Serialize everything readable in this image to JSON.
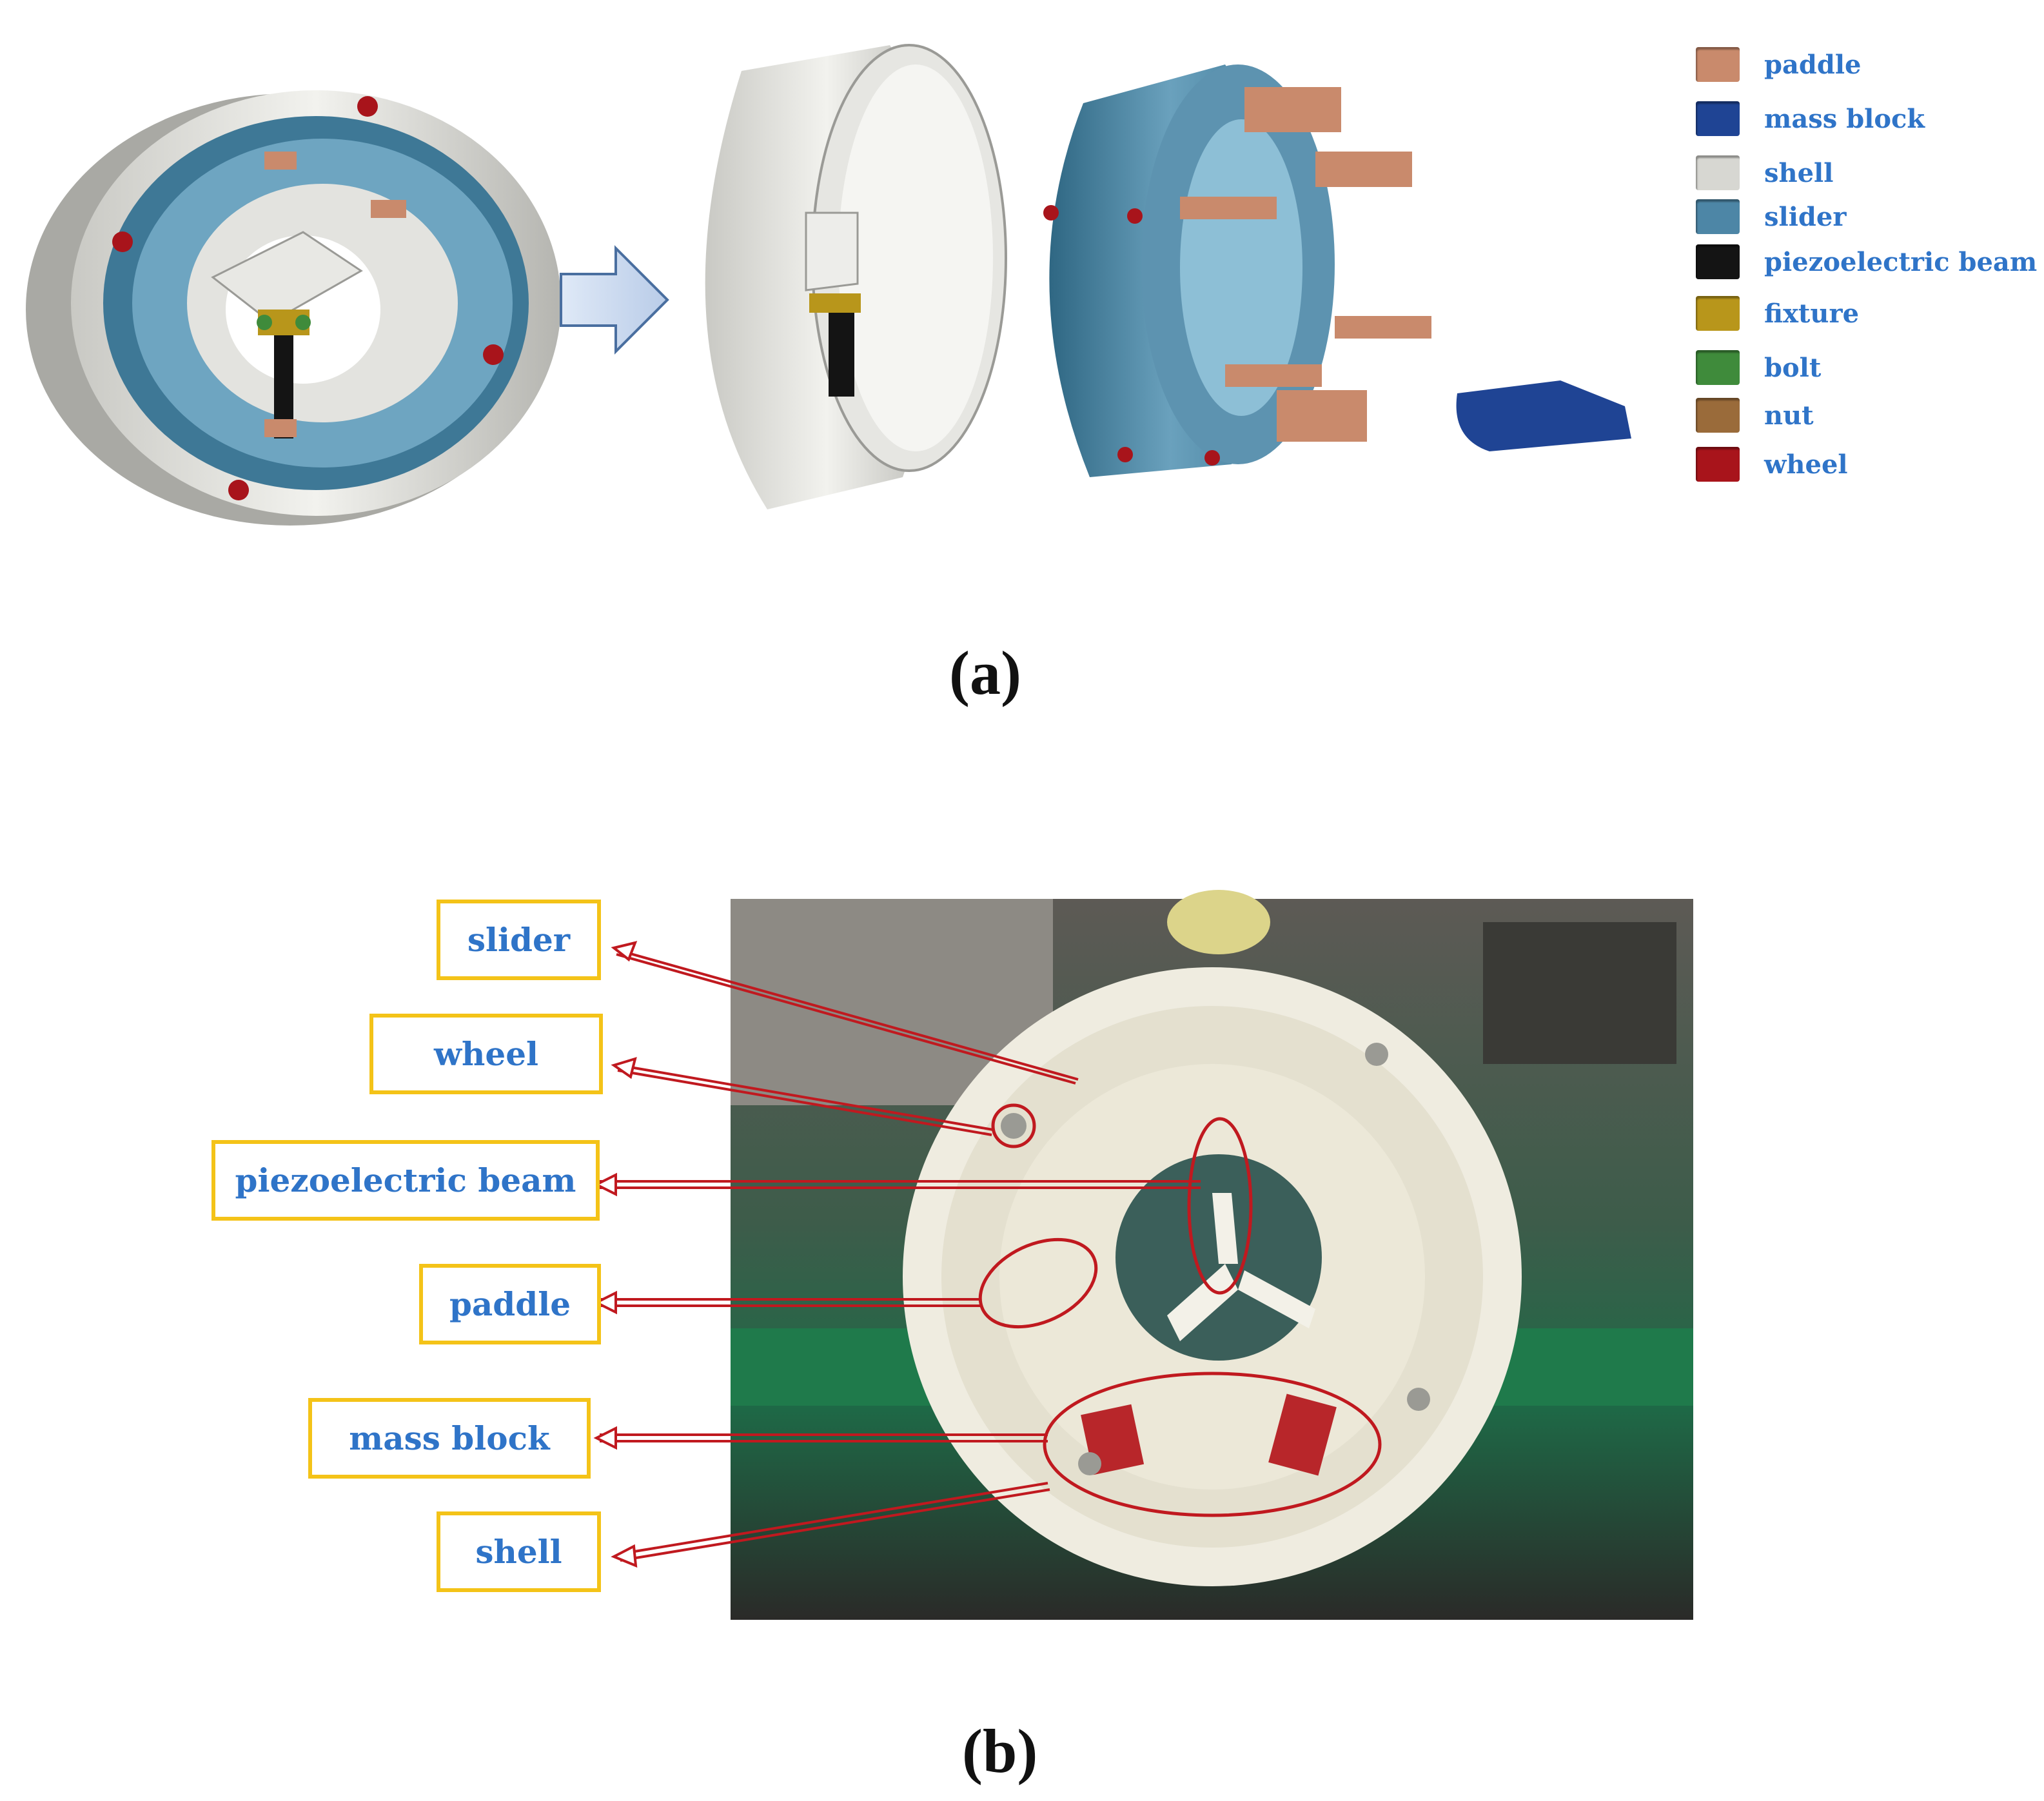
{
  "legend": {
    "items": [
      {
        "label": "paddle",
        "color": "#c98a6c"
      },
      {
        "label": "mass block",
        "color": "#1f4494"
      },
      {
        "label": "shell",
        "color": "#d7d7d2"
      },
      {
        "label": "slider",
        "color": "#4d86a6"
      },
      {
        "label": "piezoelectric beam",
        "color": "#141414"
      },
      {
        "label": "fixture",
        "color": "#b8961b"
      },
      {
        "label": "bolt",
        "color": "#3f8b3b"
      },
      {
        "label": "nut",
        "color": "#9a6b3a"
      },
      {
        "label": "wheel",
        "color": "#a8141b"
      }
    ]
  },
  "panels": {
    "a_label": "(a)",
    "b_label": "(b)"
  },
  "callouts": {
    "slider": "slider",
    "wheel": "wheel",
    "piezo": "piezoelectric beam",
    "paddle": "paddle",
    "mass_block": "mass block",
    "shell": "shell"
  },
  "colors": {
    "label_text": "#2f74c8",
    "callout_border": "#f4c318",
    "arrow": "#c0191f"
  }
}
